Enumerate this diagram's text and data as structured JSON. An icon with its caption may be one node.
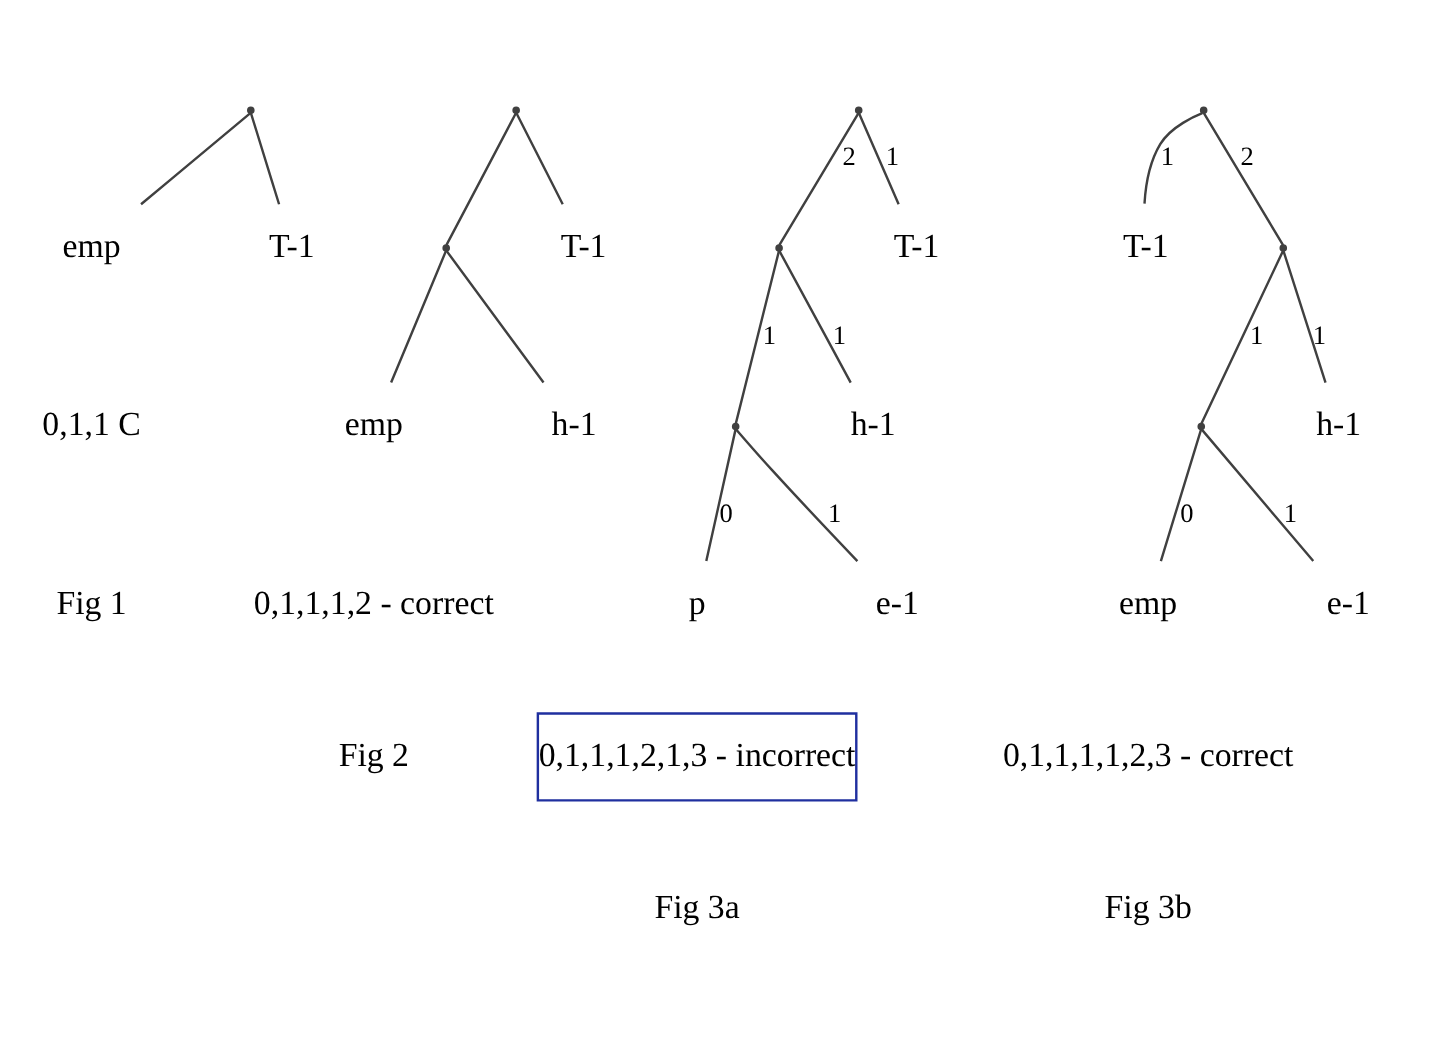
{
  "diagram": {
    "nodes": [
      {
        "text": [],
        "shape": "point"
      },
      {
        "text": [
          "emp"
        ]
      },
      {
        "text": [
          "T-1"
        ]
      },
      {
        "text": [],
        "shape": "point"
      },
      {
        "text": [],
        "shape": "point"
      },
      {
        "text": [
          "T-1"
        ]
      },
      {
        "text": [
          "emp"
        ]
      },
      {
        "text": [
          "h-1"
        ]
      },
      {
        "text": [],
        "shape": "point"
      },
      {
        "text": [],
        "shape": "point"
      },
      {
        "text": [
          "T-1"
        ]
      },
      {
        "text": [],
        "shape": "point"
      },
      {
        "text": [
          "h-1"
        ]
      },
      {
        "text": [
          "p"
        ]
      },
      {
        "text": [
          "e-1"
        ]
      },
      {
        "text": [
          "0,1,1,1,2,1,3 - incorrect"
        ]
      },
      {
        "text": [],
        "shape": "point"
      },
      {
        "text": [
          "T-1"
        ]
      },
      {
        "text": [],
        "shape": "point"
      },
      {
        "text": [],
        "shape": "point"
      },
      {
        "text": [
          "h-1"
        ]
      },
      {
        "text": [
          "emp"
        ]
      },
      {
        "text": [
          "e-1"
        ]
      }
    ],
    "edges": [
      {
        "from": 0,
        "to": 1,
        "arrow": "none"
      },
      {
        "from": 0,
        "to": 2,
        "arrow": "none"
      },
      {
        "from": 3,
        "to": 4,
        "arrow": "none"
      },
      {
        "from": 3,
        "to": 5,
        "arrow": "none"
      },
      {
        "from": 4,
        "to": 6,
        "arrow": "none"
      },
      {
        "from": 4,
        "to": 7,
        "arrow": "none"
      },
      {
        "from": 8,
        "to": 9,
        "arrow": "none",
        "label": "2"
      },
      {
        "from": 8,
        "to": 10,
        "arrow": "none",
        "label": "1"
      },
      {
        "from": 9,
        "to": 11,
        "arrow": "none",
        "label": "1"
      },
      {
        "from": 9,
        "to": 12,
        "arrow": "none",
        "label": "1"
      },
      {
        "from": 11,
        "to": 13,
        "arrow": "none",
        "label": "0"
      },
      {
        "from": 11,
        "to": 14,
        "arrow": "none",
        "label": "1"
      },
      {
        "from": 16,
        "to": 17,
        "arrow": "none",
        "label": "1"
      },
      {
        "from": 16,
        "to": 18,
        "arrow": "none",
        "label": "2"
      },
      {
        "from": 18,
        "to": 19,
        "arrow": "none",
        "label": "1"
      },
      {
        "from": 18,
        "to": 20,
        "arrow": "none",
        "label": "1"
      },
      {
        "from": 19,
        "to": 21,
        "arrow": "none",
        "label": "0"
      },
      {
        "from": 19,
        "to": 22,
        "arrow": "none",
        "label": "1"
      }
    ],
    "labels": [
      "0,1,1 C",
      "Fig 1",
      "0,1,1,1,2 - correct",
      "Fig 2",
      "Fig 3a",
      "0,1,1,1,1,2,3 - correct",
      "Fig 3b"
    ]
  }
}
